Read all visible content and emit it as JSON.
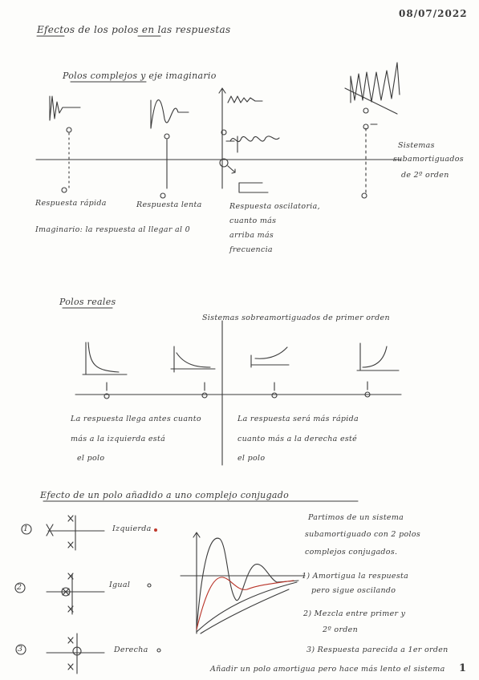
{
  "date": "08/07/2022",
  "title": "Efectos de los polos en las respuestas",
  "section1": {
    "heading": "Polos complejos y eje imaginario",
    "fast_response": "Respuesta rápida",
    "slow_response": "Respuesta lenta",
    "note_line": "Imaginario: la respuesta al llegar al 0",
    "oscillatory": [
      "Respuesta oscilatoria,",
      "cuanto más",
      "arriba más",
      "frecuencia"
    ],
    "subamortiguados": [
      "Sistemas",
      "subamortiguados",
      "de 2º orden"
    ]
  },
  "section2": {
    "heading": "Polos reales",
    "subtitle": "Sistemas sobreamortiguados de primer orden",
    "left_text": [
      "La respuesta llega antes cuanto",
      "más a la izquierda está",
      "el polo"
    ],
    "right_text": [
      "La respuesta será más rápida",
      "cuanto más a la derecha esté",
      "el polo"
    ]
  },
  "section3": {
    "heading": "Efecto de un polo añadido a uno complejo conjugado",
    "labels": [
      "Izquierda",
      "Igual",
      "Derecha"
    ],
    "numbers": [
      "1",
      "2",
      "3"
    ],
    "notes": [
      "Partimos de un sistema",
      "subamortiguado con 2 polos",
      "complejos conjugados.",
      "1) Amortigua la respuesta",
      "pero sigue oscilando",
      "2) Mezcla entre primer y",
      "2º orden",
      "3) Respuesta parecida a 1er orden"
    ],
    "footer": "Añadir un polo amortigua pero hace más lento el sistema",
    "footer_num": "1"
  }
}
